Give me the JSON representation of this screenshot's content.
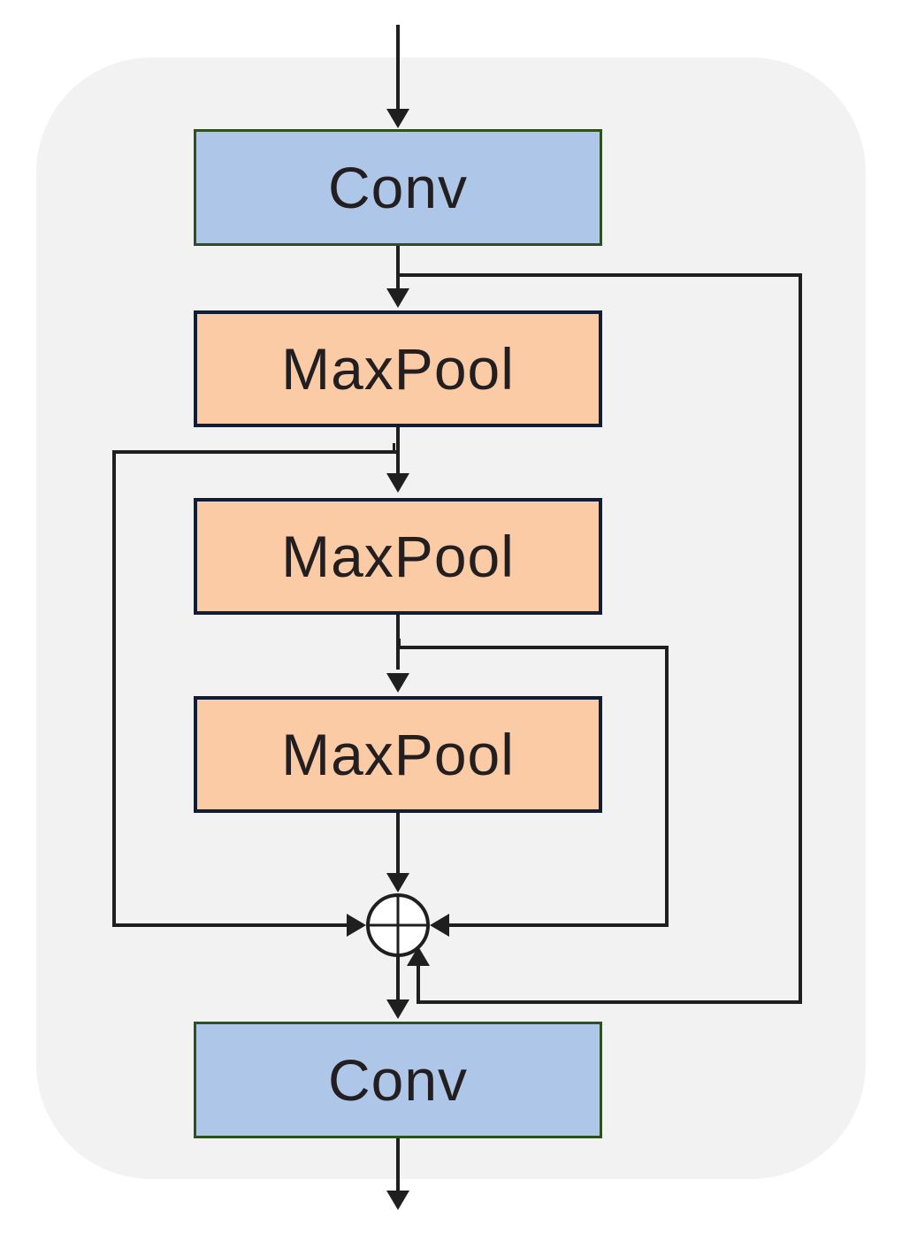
{
  "diagram": {
    "kind": "neural-network-block-flow",
    "nodes": [
      {
        "id": "conv-top",
        "label": "Conv",
        "type": "conv"
      },
      {
        "id": "maxpool-1",
        "label": "MaxPool",
        "type": "maxpool"
      },
      {
        "id": "maxpool-2",
        "label": "MaxPool",
        "type": "maxpool"
      },
      {
        "id": "maxpool-3",
        "label": "MaxPool",
        "type": "maxpool"
      },
      {
        "id": "concat-node",
        "label": "",
        "type": "operator",
        "symbol_name": "circle-plus-concat-icon"
      },
      {
        "id": "conv-bottom",
        "label": "Conv",
        "type": "conv"
      }
    ],
    "edges": [
      {
        "from": "input",
        "to": "conv-top"
      },
      {
        "from": "conv-top",
        "to": "maxpool-1"
      },
      {
        "from": "conv-top",
        "to": "concat-node",
        "route": "outer-right-skip"
      },
      {
        "from": "maxpool-1",
        "to": "maxpool-2"
      },
      {
        "from": "maxpool-1",
        "to": "concat-node",
        "route": "left-skip"
      },
      {
        "from": "maxpool-2",
        "to": "maxpool-3"
      },
      {
        "from": "maxpool-2",
        "to": "concat-node",
        "route": "inner-right-skip"
      },
      {
        "from": "maxpool-3",
        "to": "concat-node"
      },
      {
        "from": "concat-node",
        "to": "conv-bottom"
      },
      {
        "from": "conv-bottom",
        "to": "output"
      }
    ],
    "colors": {
      "background": "#ffffff",
      "module_background": "#f2f2f2",
      "conv_fill": "#aec6e8",
      "conv_border": "#2e4f20",
      "maxpool_fill": "#fbcba6",
      "maxpool_border": "#101d38",
      "line": "#1f1f1f",
      "text": "#231f20",
      "operator_fill": "#ffffff"
    }
  }
}
